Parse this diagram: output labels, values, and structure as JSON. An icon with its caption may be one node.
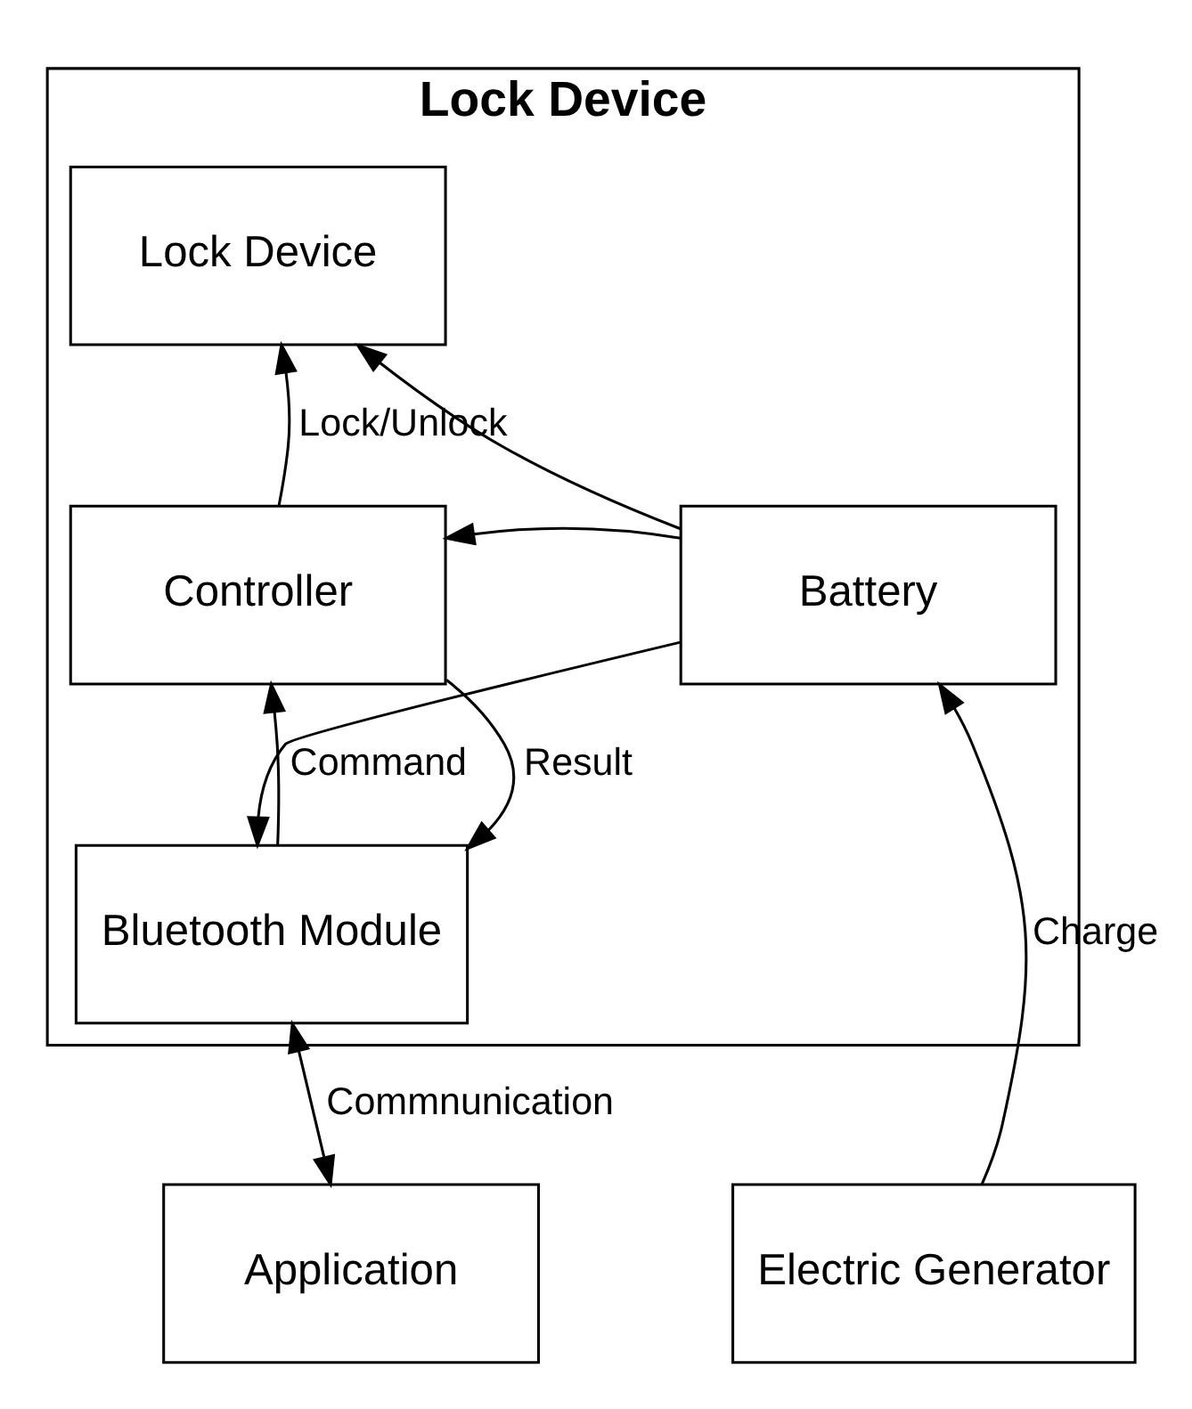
{
  "diagram": {
    "nodes": [
      {
        "text": [
          "Lock Device"
        ]
      },
      {
        "text": [
          "Lock Device"
        ],
        "in": 0
      },
      {
        "text": [
          "Battery"
        ],
        "in": 0
      },
      {
        "text": [
          "Controller"
        ],
        "in": 0
      },
      {
        "text": [
          "Bluetooth Module"
        ],
        "in": 0
      },
      {
        "text": [
          "Electric Generator"
        ]
      },
      {
        "text": [
          "Application"
        ]
      }
    ],
    "edges": [
      {
        "from": 2,
        "to": 1,
        "arrow": "to"
      },
      {
        "from": 2,
        "to": 3,
        "arrow": "to"
      },
      {
        "from": 2,
        "to": 4,
        "arrow": "to"
      },
      {
        "from": 3,
        "to": 1,
        "arrow": "to",
        "label": "Lock/Unlock"
      },
      {
        "from": 4,
        "to": 3,
        "arrow": "to",
        "label": "Command"
      },
      {
        "from": 3,
        "to": 4,
        "arrow": "to",
        "label": "Result"
      },
      {
        "from": 5,
        "to": 2,
        "arrow": "to",
        "label": "Charge"
      },
      {
        "from": 4,
        "to": 6,
        "arrow": "both",
        "label": "Commnunication"
      }
    ]
  }
}
